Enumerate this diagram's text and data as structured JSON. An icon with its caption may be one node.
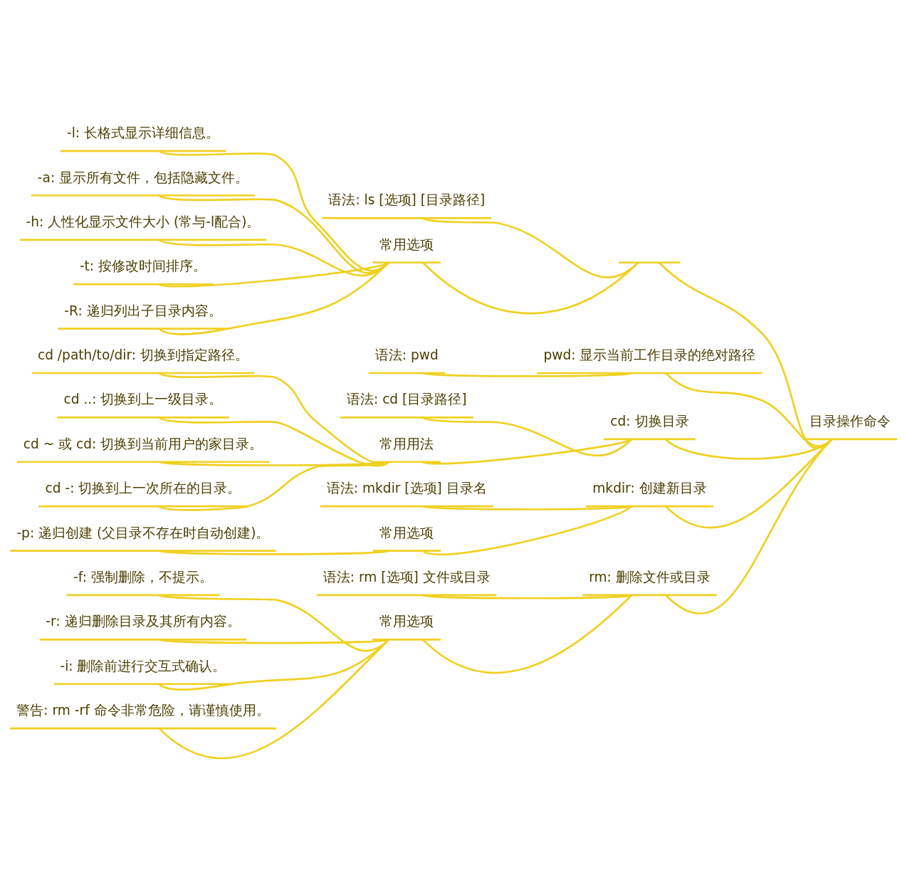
{
  "diagram": {
    "nodes": [
      {
        "text": [
          "目录操作命令"
        ]
      },
      {
        "text": [],
        "shape": "box"
      },
      {
        "text": [
          "语法: ls [选项] [目录路径]"
        ]
      },
      {
        "text": [
          "常用选项"
        ]
      },
      {
        "text": [
          "-l: 长格式显示详细信息。"
        ]
      },
      {
        "text": [
          "-a: 显示所有文件，包括隐藏文件。"
        ]
      },
      {
        "text": [
          "-h: 人性化显示文件大小 (常与-l配合)。"
        ]
      },
      {
        "text": [
          "-t: 按修改时间排序。"
        ]
      },
      {
        "text": [
          "-R: 递归列出子目录内容。"
        ]
      },
      {
        "text": [
          "pwd: 显示当前工作目录的绝对路径"
        ]
      },
      {
        "text": [
          "语法: pwd"
        ]
      },
      {
        "text": [
          "cd: 切换目录"
        ]
      },
      {
        "text": [
          "语法: cd [目录路径]"
        ]
      },
      {
        "text": [
          "常用用法"
        ]
      },
      {
        "text": [
          "cd /path/to/dir: 切换到指定路径。"
        ]
      },
      {
        "text": [
          "cd ..: 切换到上一级目录。"
        ]
      },
      {
        "text": [
          "cd ~ 或 cd: 切换到当前用户的家目录。"
        ]
      },
      {
        "text": [
          "cd -: 切换到上一次所在的目录。"
        ]
      },
      {
        "text": [
          "mkdir: 创建新目录"
        ]
      },
      {
        "text": [
          "语法: mkdir [选项] 目录名"
        ]
      },
      {
        "text": [
          "常用选项"
        ]
      },
      {
        "text": [
          "-p: 递归创建 (父目录不存在时自动创建)。"
        ]
      },
      {
        "text": [
          "rm: 删除文件或目录"
        ]
      },
      {
        "text": [
          "语法: rm [选项] 文件或目录"
        ]
      },
      {
        "text": [
          "常用选项"
        ]
      },
      {
        "text": [
          "-f: 强制删除，不提示。"
        ]
      },
      {
        "text": [
          "-r: 递归删除目录及其所有内容。"
        ]
      },
      {
        "text": [
          "-i: 删除前进行交互式确认。"
        ]
      },
      {
        "text": [
          "警告: rm -rf 命令非常危险，请谨慎使用。"
        ]
      }
    ],
    "edges": [
      {
        "from": 0,
        "to": 1,
        "arrow": "none"
      },
      {
        "from": 1,
        "to": 2,
        "arrow": "none"
      },
      {
        "from": 1,
        "to": 3,
        "arrow": "none"
      },
      {
        "from": 3,
        "to": 4,
        "arrow": "none"
      },
      {
        "from": 3,
        "to": 5,
        "arrow": "none"
      },
      {
        "from": 3,
        "to": 6,
        "arrow": "none"
      },
      {
        "from": 3,
        "to": 7,
        "arrow": "none"
      },
      {
        "from": 3,
        "to": 8,
        "arrow": "none"
      },
      {
        "from": 0,
        "to": 9,
        "arrow": "none"
      },
      {
        "from": 9,
        "to": 10,
        "arrow": "none"
      },
      {
        "from": 0,
        "to": 11,
        "arrow": "none"
      },
      {
        "from": 11,
        "to": 12,
        "arrow": "none"
      },
      {
        "from": 11,
        "to": 13,
        "arrow": "none"
      },
      {
        "from": 13,
        "to": 14,
        "arrow": "none"
      },
      {
        "from": 13,
        "to": 15,
        "arrow": "none"
      },
      {
        "from": 13,
        "to": 16,
        "arrow": "none"
      },
      {
        "from": 13,
        "to": 17,
        "arrow": "none"
      },
      {
        "from": 0,
        "to": 18,
        "arrow": "none"
      },
      {
        "from": 18,
        "to": 19,
        "arrow": "none"
      },
      {
        "from": 18,
        "to": 20,
        "arrow": "none"
      },
      {
        "from": 20,
        "to": 21,
        "arrow": "none"
      },
      {
        "from": 0,
        "to": 22,
        "arrow": "none"
      },
      {
        "from": 22,
        "to": 23,
        "arrow": "none"
      },
      {
        "from": 22,
        "to": 24,
        "arrow": "none"
      },
      {
        "from": 24,
        "to": 25,
        "arrow": "none"
      },
      {
        "from": 24,
        "to": 26,
        "arrow": "none"
      },
      {
        "from": 24,
        "to": 27,
        "arrow": "none"
      },
      {
        "from": 24,
        "to": 28,
        "arrow": "none"
      }
    ]
  }
}
